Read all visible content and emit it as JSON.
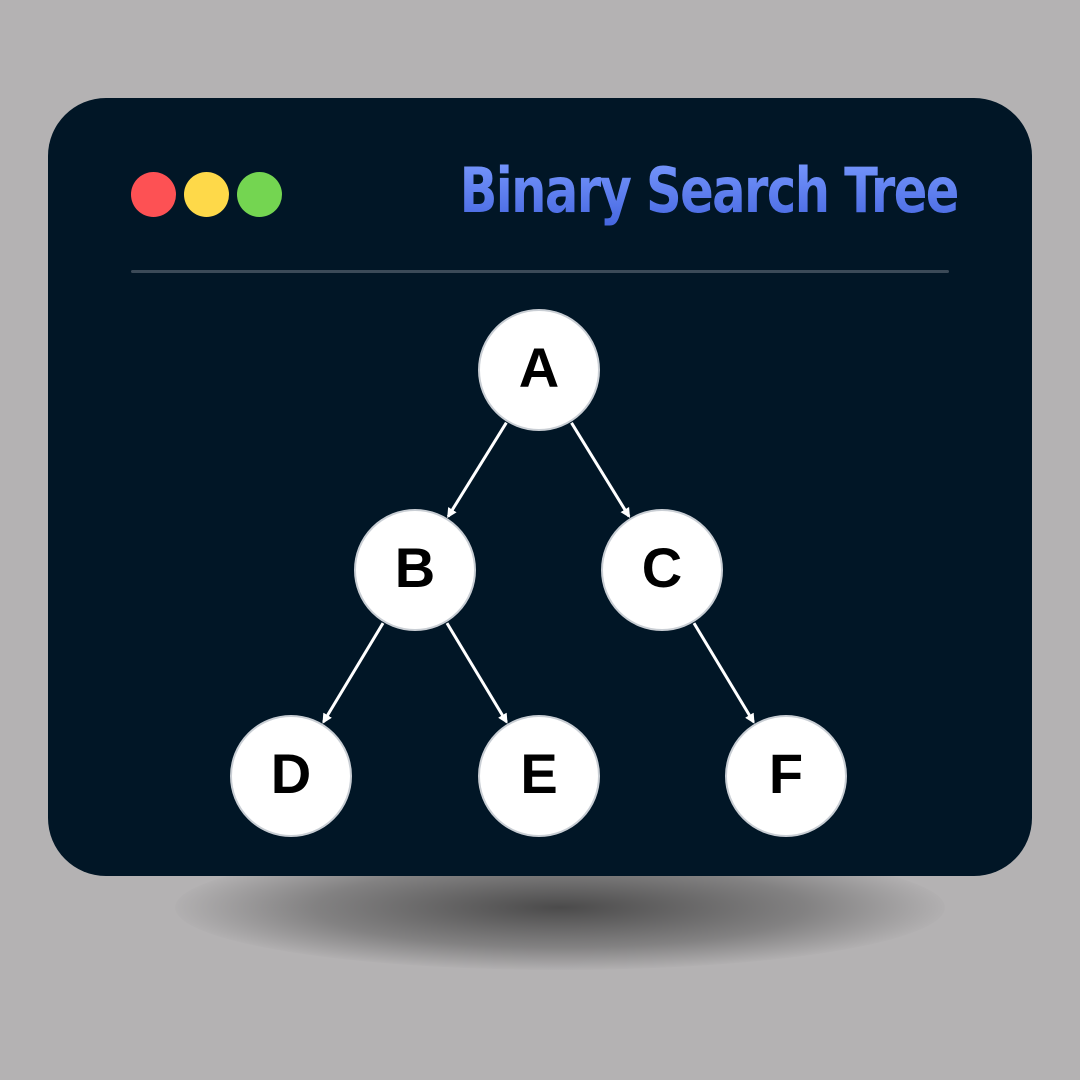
{
  "window": {
    "controls": [
      "close",
      "minimize",
      "maximize"
    ],
    "title": "Binary Search Tree"
  },
  "colors": {
    "background": "#b4b2b3",
    "window": "#011626",
    "close": "#fd5154",
    "minimize": "#fed949",
    "maximize": "#74d551",
    "title": "#5d80f0",
    "node_fill": "#ffffff",
    "edge": "#ffffff"
  },
  "tree": {
    "nodes": [
      {
        "id": "A",
        "label": "A"
      },
      {
        "id": "B",
        "label": "B"
      },
      {
        "id": "C",
        "label": "C"
      },
      {
        "id": "D",
        "label": "D"
      },
      {
        "id": "E",
        "label": "E"
      },
      {
        "id": "F",
        "label": "F"
      }
    ],
    "edges": [
      {
        "from": "A",
        "to": "B"
      },
      {
        "from": "A",
        "to": "C"
      },
      {
        "from": "B",
        "to": "D"
      },
      {
        "from": "B",
        "to": "E"
      },
      {
        "from": "C",
        "to": "F"
      }
    ]
  }
}
